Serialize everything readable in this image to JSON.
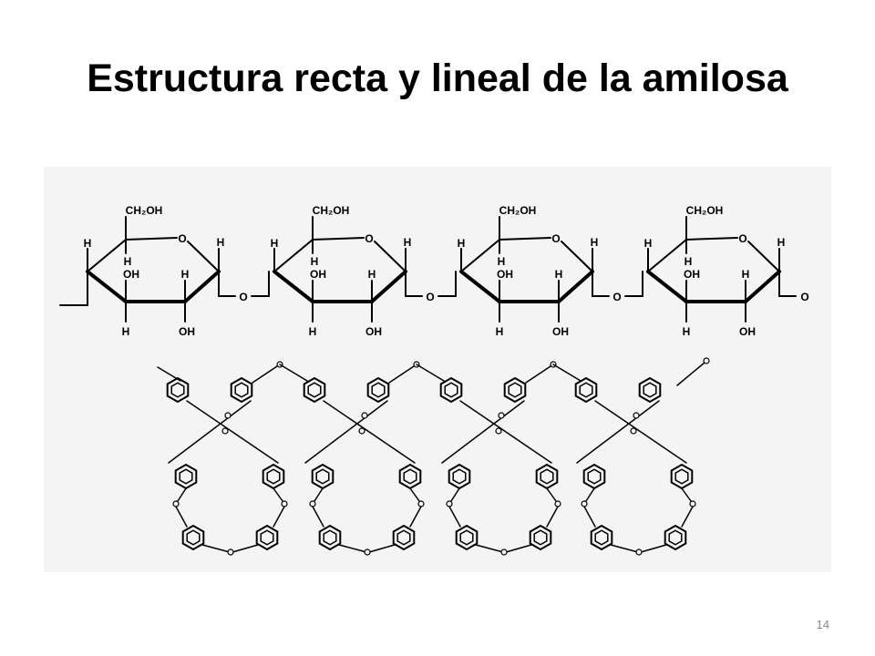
{
  "slide": {
    "title": "Estructura recta y lineal de la amilosa",
    "page_number": "14"
  },
  "diagram": {
    "glucose_units": [
      {
        "ch2oh": "CH₂OH",
        "ring_o": "O",
        "h_c1": "H",
        "h_c4": "H",
        "h_c5": "H",
        "oh_c3": "OH",
        "h_c2": "H",
        "h_c3": "H",
        "oh_c2": "OH"
      },
      {
        "ch2oh": "CH₂OH",
        "ring_o": "O",
        "h_c1": "H",
        "h_c4": "H",
        "h_c5": "H",
        "oh_c3": "OH",
        "h_c2": "H",
        "h_c3": "H",
        "oh_c2": "OH"
      },
      {
        "ch2oh": "CH₂OH",
        "ring_o": "O",
        "h_c1": "H",
        "h_c4": "H",
        "h_c5": "H",
        "oh_c3": "OH",
        "h_c2": "H",
        "h_c3": "H",
        "oh_c2": "OH"
      },
      {
        "ch2oh": "CH₂OH",
        "ring_o": "O",
        "h_c1": "H",
        "h_c4": "H",
        "h_c5": "H",
        "oh_c3": "OH",
        "h_c2": "H",
        "h_c3": "H",
        "oh_c2": "OH"
      }
    ],
    "glycosidic_o": "O",
    "end_o": "O"
  },
  "colors": {
    "panel_bg": "#f4f4f4",
    "ink": "#000000",
    "page_number": "#8a8a8a"
  }
}
